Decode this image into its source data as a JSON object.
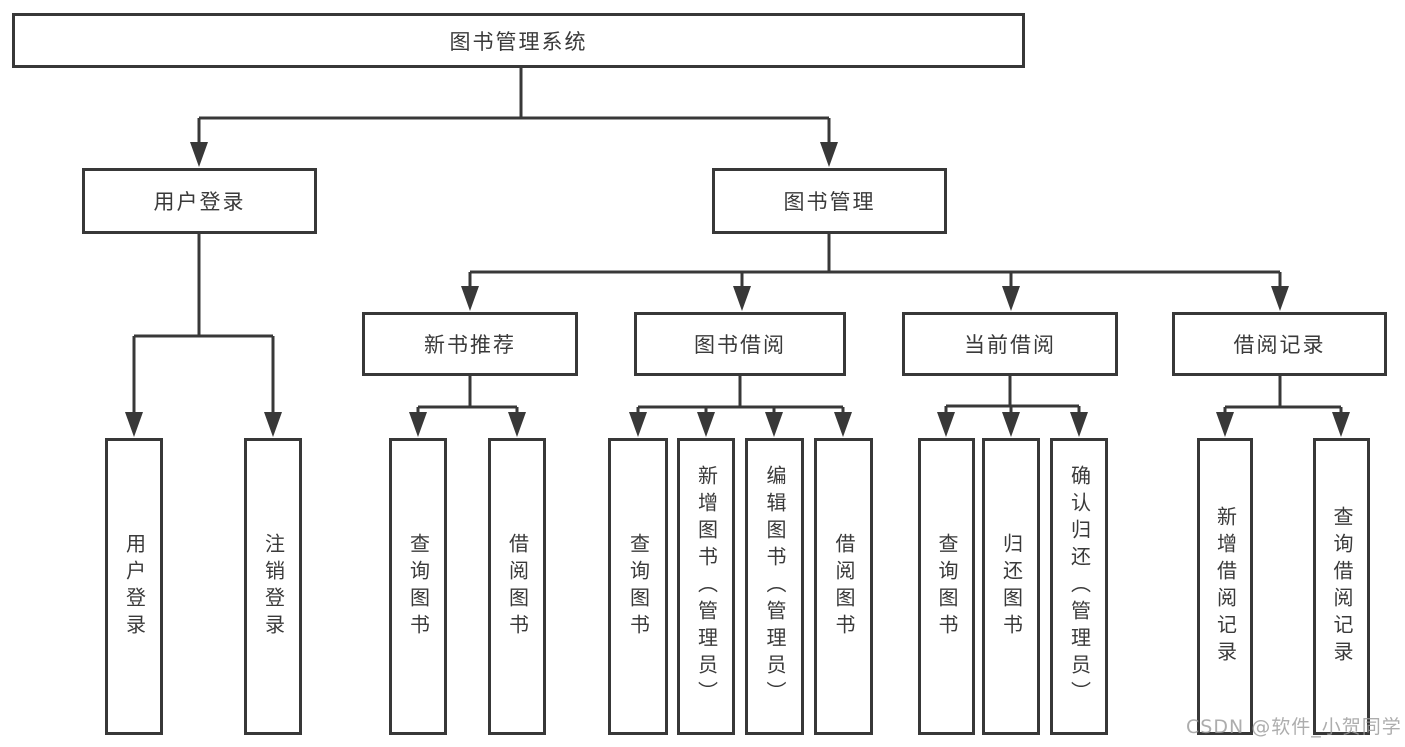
{
  "page": {
    "background": "#ffffff"
  },
  "colors": {
    "line": "#383838",
    "box_border": "#383838",
    "text": "#3a3a3a",
    "watermark": "#9b9b9b"
  },
  "watermark": {
    "text": "CSDN @软件_小贺同学"
  },
  "tree": {
    "label": "图书管理系统",
    "children": [
      {
        "label": "用户登录",
        "children": [
          {
            "label": "用户登录"
          },
          {
            "label": "注销登录"
          }
        ]
      },
      {
        "label": "图书管理",
        "children": [
          {
            "label": "新书推荐",
            "children": [
              {
                "label": "查询图书"
              },
              {
                "label": "借阅图书"
              }
            ]
          },
          {
            "label": "图书借阅",
            "children": [
              {
                "label": "查询图书"
              },
              {
                "label": "新增图书（管理员）"
              },
              {
                "label": "编辑图书（管理员）"
              },
              {
                "label": "借阅图书"
              }
            ]
          },
          {
            "label": "当前借阅",
            "children": [
              {
                "label": "查询图书"
              },
              {
                "label": "归还图书"
              },
              {
                "label": "确认归还（管理员）"
              }
            ]
          },
          {
            "label": "借阅记录",
            "children": [
              {
                "label": "新增借阅记录"
              },
              {
                "label": "查询借阅记录"
              }
            ]
          }
        ]
      }
    ]
  }
}
